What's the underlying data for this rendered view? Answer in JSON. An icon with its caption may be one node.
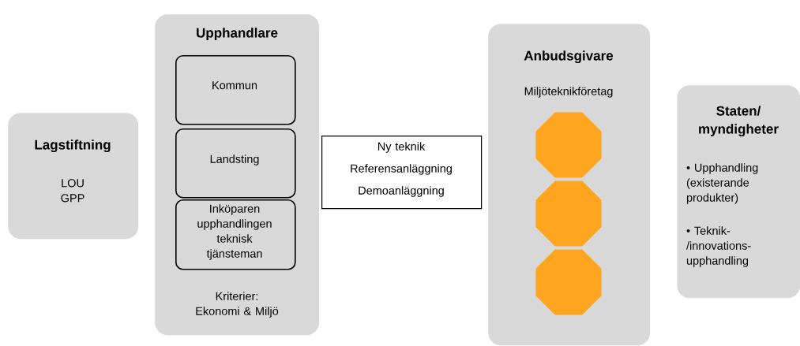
{
  "diagram": {
    "nodes": [
      {
        "text": [
          "Lagstiftning",
          "LOU GPP"
        ]
      },
      {
        "text": [
          "Upphandlare",
          "Kriterier: Ekonomi & Miljö"
        ]
      },
      {
        "text": [
          "Kommun"
        ],
        "in": 1
      },
      {
        "text": [
          "Landsting"
        ],
        "in": 1
      },
      {
        "text": [
          "Inköparen upphandlingen teknisk tjänsteman"
        ],
        "in": 1
      },
      {
        "text": [
          "Ny teknik",
          "Referensanläggning",
          "Demoanläggning"
        ]
      },
      {
        "text": [
          "Anbudsgivare",
          "Miljöteknikföretag"
        ]
      },
      {
        "text": [],
        "shape": "octagon",
        "in": 6
      },
      {
        "text": [],
        "shape": "octagon",
        "in": 6
      },
      {
        "text": [],
        "shape": "octagon",
        "in": 6
      },
      {
        "text": [
          "Staten/ myndigheter",
          "• Upphandling (existerande produkter)",
          "• Teknik-/innovations-upphandling"
        ]
      }
    ]
  }
}
